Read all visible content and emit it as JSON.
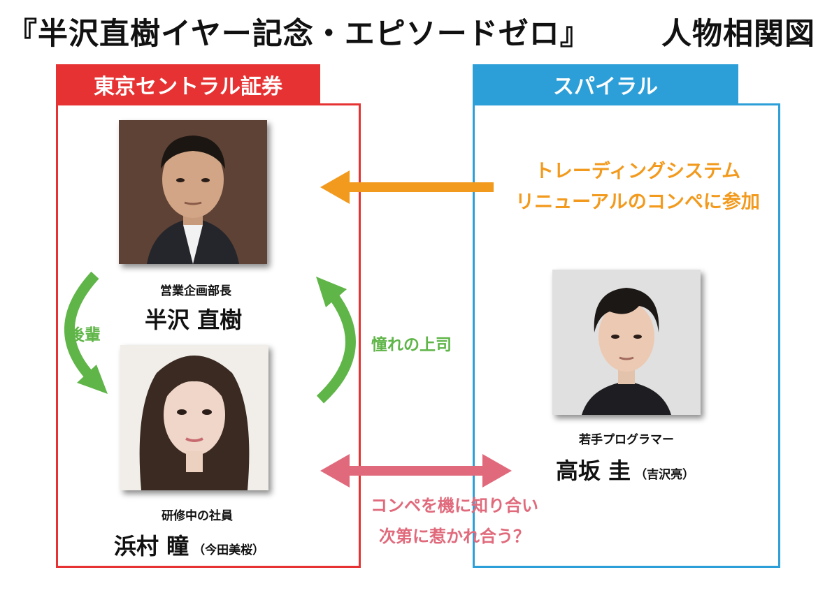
{
  "title": {
    "main": "『半沢直樹イヤー記念・エピソードゼロ』",
    "sub": "人物相関図"
  },
  "organizations": {
    "left": {
      "name": "東京セントラル証券",
      "color": "#e63232"
    },
    "right": {
      "name": "スパイラル",
      "color": "#2d9fd8"
    }
  },
  "people": {
    "hanzawa": {
      "role": "営業企画部長",
      "name": "半沢 直樹",
      "actor": ""
    },
    "hamamura": {
      "role": "研修中の社員",
      "name": "浜村 瞳",
      "actor": "（今田美桜）"
    },
    "takasaka": {
      "role": "若手プログラマー",
      "name": "高坂 圭",
      "actor": "（吉沢亮）"
    }
  },
  "relations": {
    "competition": {
      "line1": "トレーディングシステム",
      "line2": "リニューアルのコンペに参加",
      "color": "#f29a1d"
    },
    "junior": {
      "label": "後輩",
      "color": "#5fb548"
    },
    "admired": {
      "label": "憧れの上司",
      "color": "#5fb548"
    },
    "attraction": {
      "line1": "コンペを機に知り合い",
      "line2": "次第に惹かれ合う？",
      "color": "#e06a7c"
    }
  },
  "icons": [
    "photo-hanzawa",
    "photo-hamamura",
    "photo-takasaka"
  ]
}
